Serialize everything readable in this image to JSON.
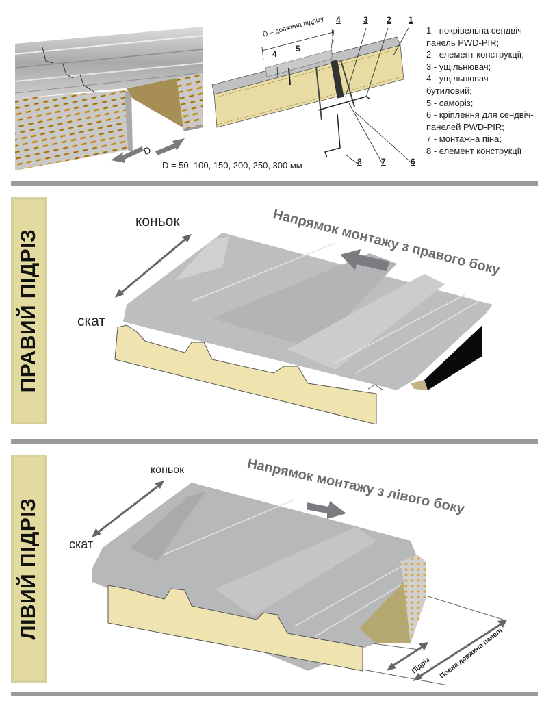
{
  "top": {
    "photo": {
      "d_marker": "D",
      "d_values": "D = 50, 100, 150, 200, 250, 300 мм"
    },
    "schematic": {
      "dimension_label": "D – довжина підрізу",
      "callouts": [
        "1",
        "2",
        "3",
        "4",
        "4",
        "5",
        "6",
        "7",
        "8"
      ]
    },
    "legend": [
      "1 - покрівельна сендвіч-",
      "панель PWD-PIR;",
      "2 - елемент конструкції;",
      "3 - ущільнювач;",
      "4 - ущільнювач",
      "бутиловий;",
      "5 - саморіз;",
      "6 - кріплення для сендвіч-",
      "панелей PWD-PIR;",
      "7 - монтажна піна;",
      "8 - елемент конструкції"
    ]
  },
  "right_cut": {
    "side_label": "ПРАВИЙ ПІДРІЗ",
    "ridge_label": "коньок",
    "slope_label": "скат",
    "direction_label": "Напрямок монтажу з правого боку"
  },
  "left_cut": {
    "side_label": "ЛІВИЙ ПІДРІЗ",
    "ridge_label": "коньок",
    "slope_label": "скат",
    "direction_label": "Напрямок монтажу з лівого боку",
    "cut_label": "Підріз",
    "full_length_label": "Повна довжина панелі"
  },
  "colors": {
    "separator": "#9a9b9f",
    "side_panel": "#e2da9f",
    "metal": "#b9bbbe",
    "foam": "#efe3b0",
    "arrow": "#6b6c70"
  }
}
